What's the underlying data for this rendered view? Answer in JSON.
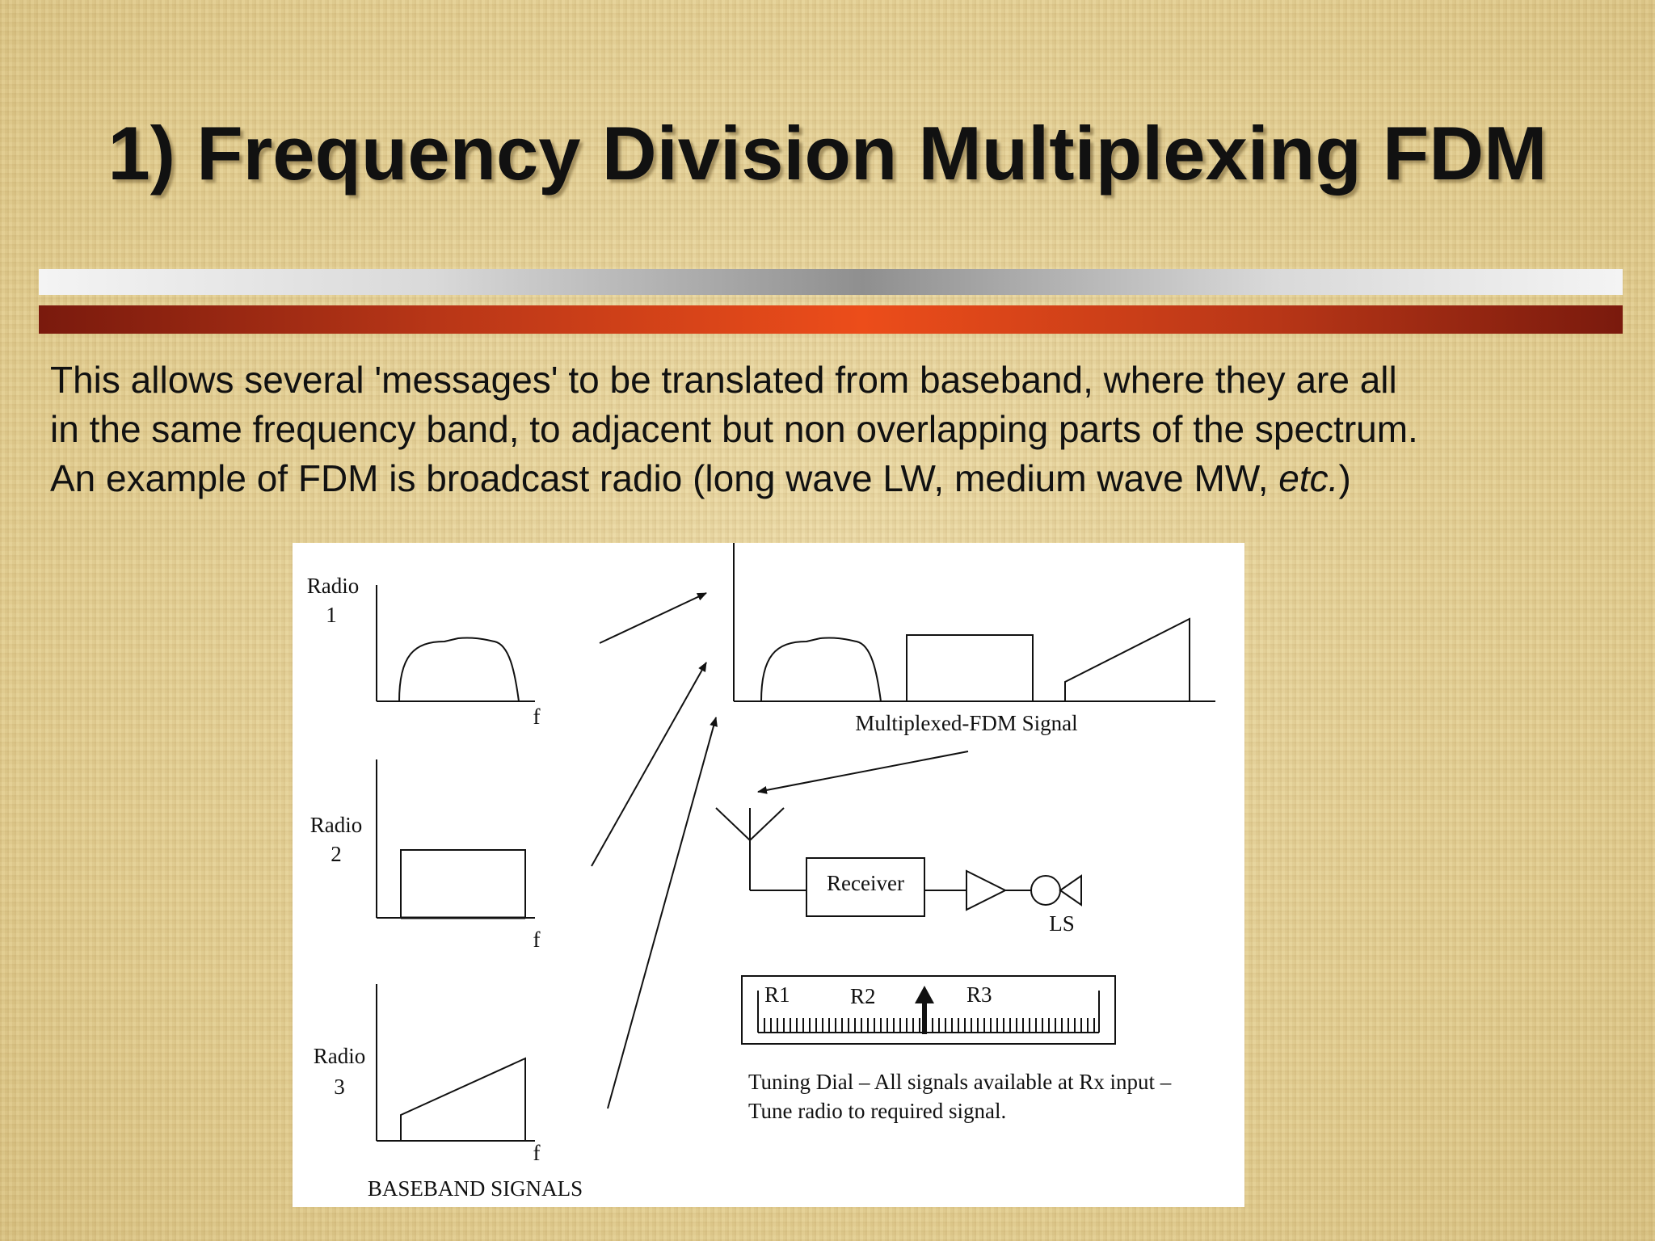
{
  "slide": {
    "title": "1) Frequency Division Multiplexing FDM",
    "body": {
      "line1": "This allows several 'messages' to be translated from baseband, where they are all",
      "line2": "in the same frequency band, to adjacent but non overlapping parts of the spectrum.",
      "line3_prefix": "An example of FDM is broadcast radio (long wave LW, medium wave MW, ",
      "line3_italic": "etc.",
      "line3_suffix": ")"
    }
  },
  "figure": {
    "radio1_line1": "Radio",
    "radio1_line2": "1",
    "radio2_line1": "Radio",
    "radio2_line2": "2",
    "radio3_line1": "Radio",
    "radio3_line2": "3",
    "freq_label": "f",
    "baseband_caption": "BASEBAND SIGNALS",
    "multiplexed_caption": "Multiplexed-FDM Signal",
    "receiver_label": "Receiver",
    "speaker_label": "LS",
    "dial_r1": "R1",
    "dial_r2": "R2",
    "dial_r3": "R3",
    "tuning_line1": "Tuning Dial – All signals available at Rx input –",
    "tuning_line2": "Tune radio to required signal."
  }
}
